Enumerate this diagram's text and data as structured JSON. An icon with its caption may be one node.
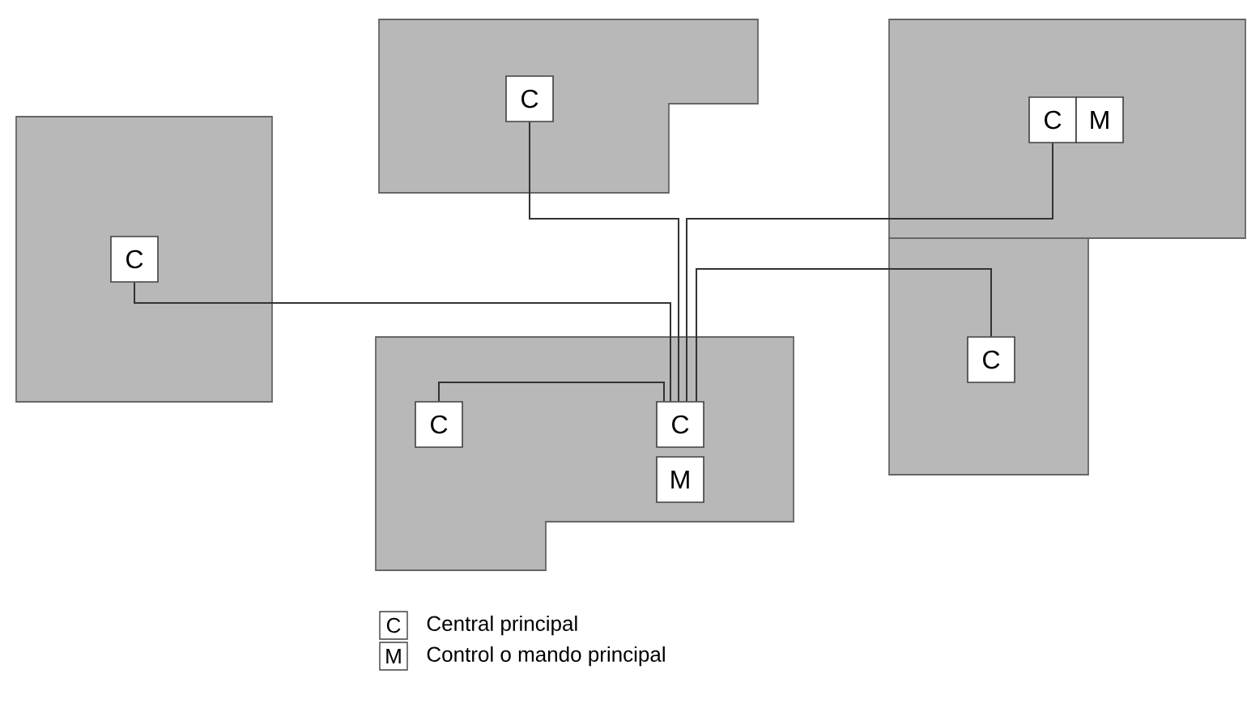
{
  "diagram": {
    "nodes": [
      {
        "text": [],
        "shape": "box"
      },
      {
        "text": [
          "C"
        ],
        "in": 0
      },
      {
        "text": [],
        "shape": "box"
      },
      {
        "text": [
          "C"
        ],
        "in": 2
      },
      {
        "text": [],
        "shape": "box"
      },
      {
        "text": [
          "C"
        ],
        "in": 4
      },
      {
        "text": [
          "M"
        ],
        "in": 4
      },
      {
        "text": [],
        "shape": "box"
      },
      {
        "text": [
          "C"
        ],
        "in": 7
      },
      {
        "text": [],
        "shape": "box"
      },
      {
        "text": [
          "C"
        ],
        "in": 9
      },
      {
        "text": [
          "C"
        ],
        "in": 9
      },
      {
        "text": [
          "M"
        ],
        "in": 9
      }
    ],
    "edges": [
      {
        "from": 1,
        "to": 11,
        "arrow": "none"
      },
      {
        "from": 3,
        "to": 11,
        "arrow": "none"
      },
      {
        "from": 5,
        "to": 11,
        "arrow": "none"
      },
      {
        "from": 8,
        "to": 11,
        "arrow": "none"
      },
      {
        "from": 10,
        "to": 11,
        "arrow": "none"
      }
    ],
    "labels": [
      "C",
      "M"
    ],
    "legend": [
      {
        "text": "Central principal"
      },
      {
        "text": "Control o mando principal"
      }
    ]
  }
}
